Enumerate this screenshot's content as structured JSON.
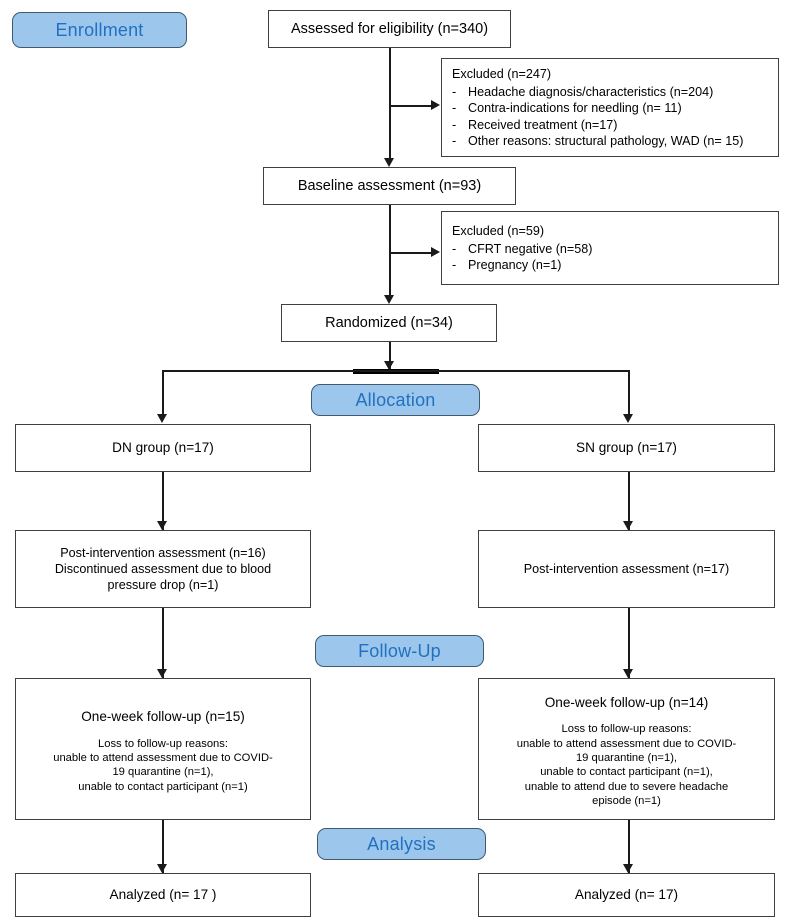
{
  "diagram": {
    "type": "consort-flow-diagram",
    "accent_color": "#9dc6ec",
    "accent_text_color": "#2072c0",
    "box_border_color": "#3f3f3f",
    "line_color": "#1a1a1a"
  },
  "stages": {
    "enrollment": "Enrollment",
    "allocation": "Allocation",
    "followup": "Follow-Up",
    "analysis": "Analysis"
  },
  "enrollment": {
    "assessed": "Assessed for eligibility (n=340)",
    "excluded1": {
      "title": "Excluded  (n=247)",
      "dash": "-",
      "reasons": [
        "Headache diagnosis/characteristics (n=204)",
        "Contra-indications for needling (n= 11)",
        "Received treatment (n=17)",
        "Other reasons: structural pathology, WAD (n= 15)"
      ]
    },
    "baseline": "Baseline assessment (n=93)",
    "excluded2": {
      "title": "Excluded  (n=59)",
      "dash": "-",
      "reasons": [
        "CFRT negative (n=58)",
        "Pregnancy (n=1)"
      ]
    },
    "randomized": "Randomized (n=34)"
  },
  "left_arm": {
    "group": "DN group (n=17)",
    "post_line1": "Post-intervention assessment (n=16)",
    "post_line2": "Discontinued assessment due to blood",
    "post_line3": "pressure drop (n=1)",
    "followup_title": "One-week follow-up (n=15)",
    "followup_reason_title": "Loss to follow-up reasons:",
    "followup_reasons": [
      "unable to attend assessment due to COVID-",
      "19 quarantine (n=1),",
      "unable to contact participant (n=1)"
    ],
    "analyzed": "Analyzed  (n= 17 )"
  },
  "right_arm": {
    "group": "SN group (n=17)",
    "post_line1": "Post-intervention assessment (n=17)",
    "followup_title": "One-week follow-up (n=14)",
    "followup_reason_title": "Loss to follow-up reasons:",
    "followup_reasons": [
      "unable to attend assessment due to COVID-",
      "19 quarantine (n=1),",
      "unable to contact participant (n=1),",
      "unable to attend due to severe headache",
      "episode (n=1)"
    ],
    "analyzed": "Analyzed  (n= 17)"
  }
}
